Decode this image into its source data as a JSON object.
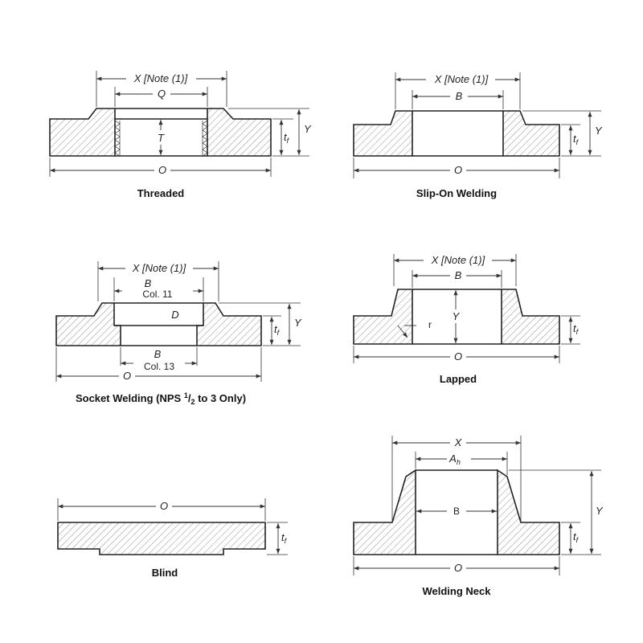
{
  "labels": {
    "x_note": "X [Note (1)]",
    "x": "X",
    "q": "Q",
    "b": "B",
    "b_upright": "B",
    "t": "T",
    "tf": "t",
    "tf_sub": "f",
    "y": "Y",
    "o": "O",
    "d": "D",
    "r": "r",
    "ah": "A",
    "ah_sub": "h",
    "col11": "Col. 11",
    "col13": "Col. 13"
  },
  "captions": {
    "threaded": "Threaded",
    "slip_on": "Slip-On Welding",
    "socket_pre": "Socket Welding (NPS ",
    "socket_num": "1",
    "socket_den": "2",
    "socket_post": " to 3 Only)",
    "lapped": "Lapped",
    "blind": "Blind",
    "welding_neck": "Welding Neck"
  },
  "colors": {
    "line": "#222222",
    "hatch": "#666666",
    "background": "#ffffff"
  }
}
